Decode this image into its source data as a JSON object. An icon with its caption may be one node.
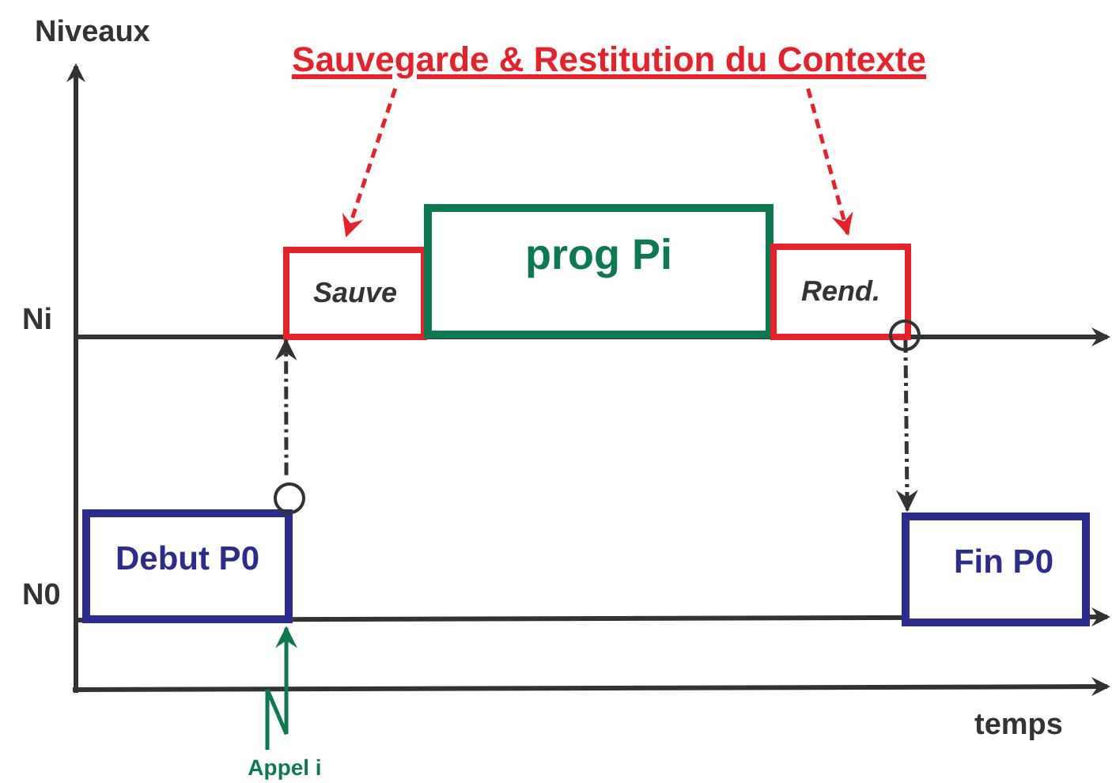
{
  "diagram": {
    "nodes": [
      {
        "text": [
          "Sauvegarde & Restitution du Contexte"
        ]
      },
      {
        "text": [
          "Sauve"
        ]
      },
      {
        "text": [
          "prog Pi"
        ]
      },
      {
        "text": [
          "Rend."
        ]
      },
      {
        "text": [
          "Debut P0"
        ]
      },
      {
        "text": [
          "Fin P0"
        ]
      },
      {
        "text": [
          "Appel i"
        ]
      }
    ],
    "edges": [
      {
        "from": 0,
        "to": 1,
        "arrow": "to",
        "style": "dashed",
        "color": "#e8202a"
      },
      {
        "from": 0,
        "to": 3,
        "arrow": "to",
        "style": "dashed",
        "color": "#e8202a"
      },
      {
        "from": 4,
        "to": 1,
        "arrow": "to",
        "style": "dashed",
        "color": "#333333"
      },
      {
        "from": 3,
        "to": 5,
        "arrow": "to",
        "style": "dashed",
        "color": "#333333"
      },
      {
        "from": 6,
        "to": 4,
        "arrow": "to",
        "color": "#0b7a50"
      }
    ],
    "labels": [
      "Niveaux",
      "Ni",
      "N0",
      "temps"
    ]
  }
}
